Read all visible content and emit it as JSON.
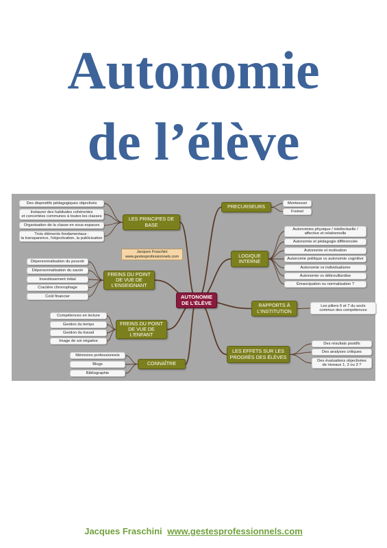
{
  "title": {
    "line1": "Autonomie",
    "line2": "de l’élève"
  },
  "mindmap": {
    "center": "AUTONOMIE\nDE L'ÉLÈVE",
    "note": "Jacques Fraschini\nwww.gestesprofessionnels.com",
    "branches": {
      "principes": {
        "label": "LES PRINCIPES DE\nBASE",
        "leaves": [
          "Des dispositifs pédagogiques objectivés",
          "Instaurer des habitudes cohérentes\net concertées communes à toutes les classes",
          "Organisation de la classe en sous-espaces",
          "Trois éléments fondamentaux :\nla transparence, l'objectivation, la publicisation"
        ]
      },
      "freins_enseignant": {
        "label": "FREINS DU POINT\nDE VUE DE\nL'ENSEIGNANT",
        "leaves": [
          "Dépersonnalisation du pouvoir",
          "Dépersonnalisation du savoir",
          "Investissement initial",
          "Cractère chronophage",
          "Coût financier"
        ]
      },
      "freins_enfant": {
        "label": "FREINS DU POINT\nDE VUE DE\nL'ENFANT",
        "leaves": [
          "Compétences en lecture",
          "Gestion du temps",
          "Gestion du  travail",
          "Image de soi négative"
        ]
      },
      "connaitre": {
        "label": "CONNAÎTRE",
        "leaves": [
          "Mémoires professionnels",
          "Blogs",
          "Bibliographie"
        ]
      },
      "precurseurs": {
        "label": "PRECURSEURS",
        "leaves": [
          "Montessori",
          "Freinet"
        ]
      },
      "logique": {
        "label": "LOGIQUE\nINTERNE",
        "leaves": [
          "Autonomies physique / intellectuelle /\naffective et relationnelle",
          "Autonomie et pédagogie différenciée",
          "Autonomie et motivation",
          "Autonomie politique vs autonomie cognitive",
          "Autonomie vs individualisme",
          "Autonomie vs débrouillardise",
          "Émancipation ou normalisation ?"
        ]
      },
      "rapports": {
        "label": "RAPPORTS À\nL'INSTITUTION",
        "leaves": [
          "Les piliers 6 et 7 du socle\ncommun des compétences"
        ]
      },
      "effets": {
        "label": "LES EFFETS SUR LES\nPROGRÈS DES ÉLÈVES",
        "leaves": [
          "Des résultats positifs",
          "Des analyses critiques",
          "Des évaluations objectivées\nde niveaux 1, 2 ou 3 ?"
        ]
      }
    }
  },
  "footer": {
    "author": "Jacques Fraschini",
    "site": "www.gestesprofessionnels.com"
  },
  "colors": {
    "title": "#3d6399",
    "branch": "#7c7f1d",
    "center": "#8a1a3e",
    "footer": "#70a13c",
    "map_bg": "#a8a8a8",
    "link": "#5a3a2a"
  }
}
